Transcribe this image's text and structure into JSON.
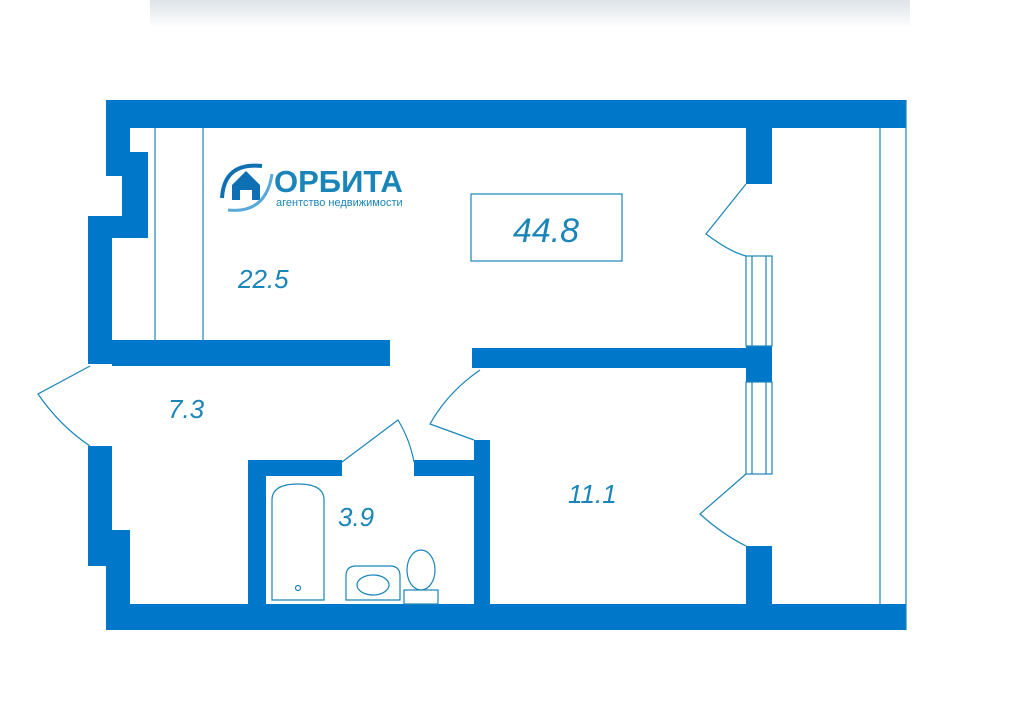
{
  "logo": {
    "name": "ОРБИТА",
    "subtitle": "агентство недвижимости"
  },
  "total_area": "44.8",
  "rooms": {
    "living_room": "22.5",
    "hallway": "7.3",
    "bathroom": "3.9",
    "kitchen": "11.1"
  },
  "colors": {
    "wall": "#0077c8",
    "text": "#1a85b8",
    "background": "#ffffff"
  }
}
